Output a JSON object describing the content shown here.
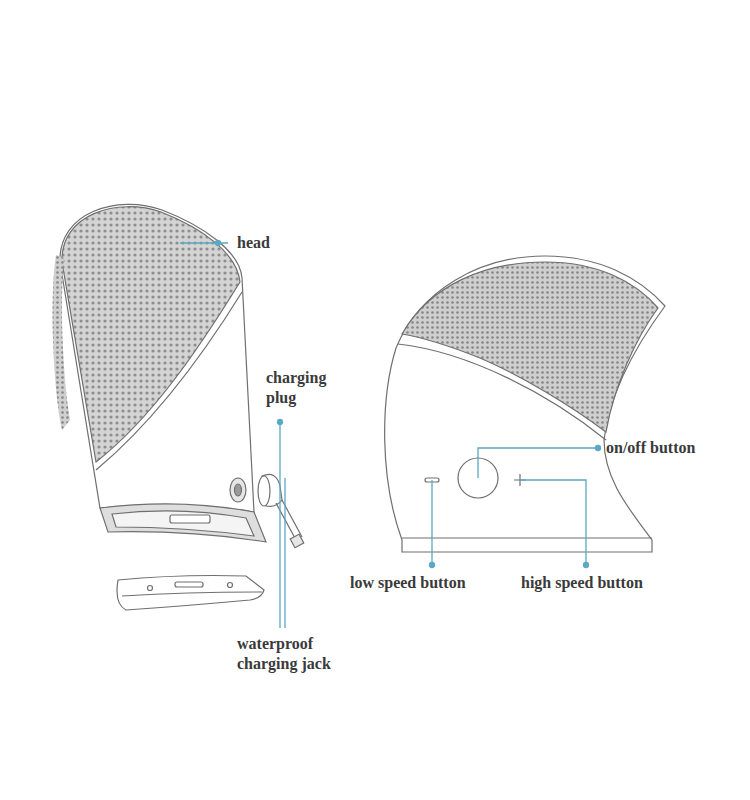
{
  "diagram": {
    "labels": [
      "head",
      "charging plug",
      "waterproof charging jack",
      "on/off button",
      "low speed button",
      "high speed button"
    ]
  }
}
